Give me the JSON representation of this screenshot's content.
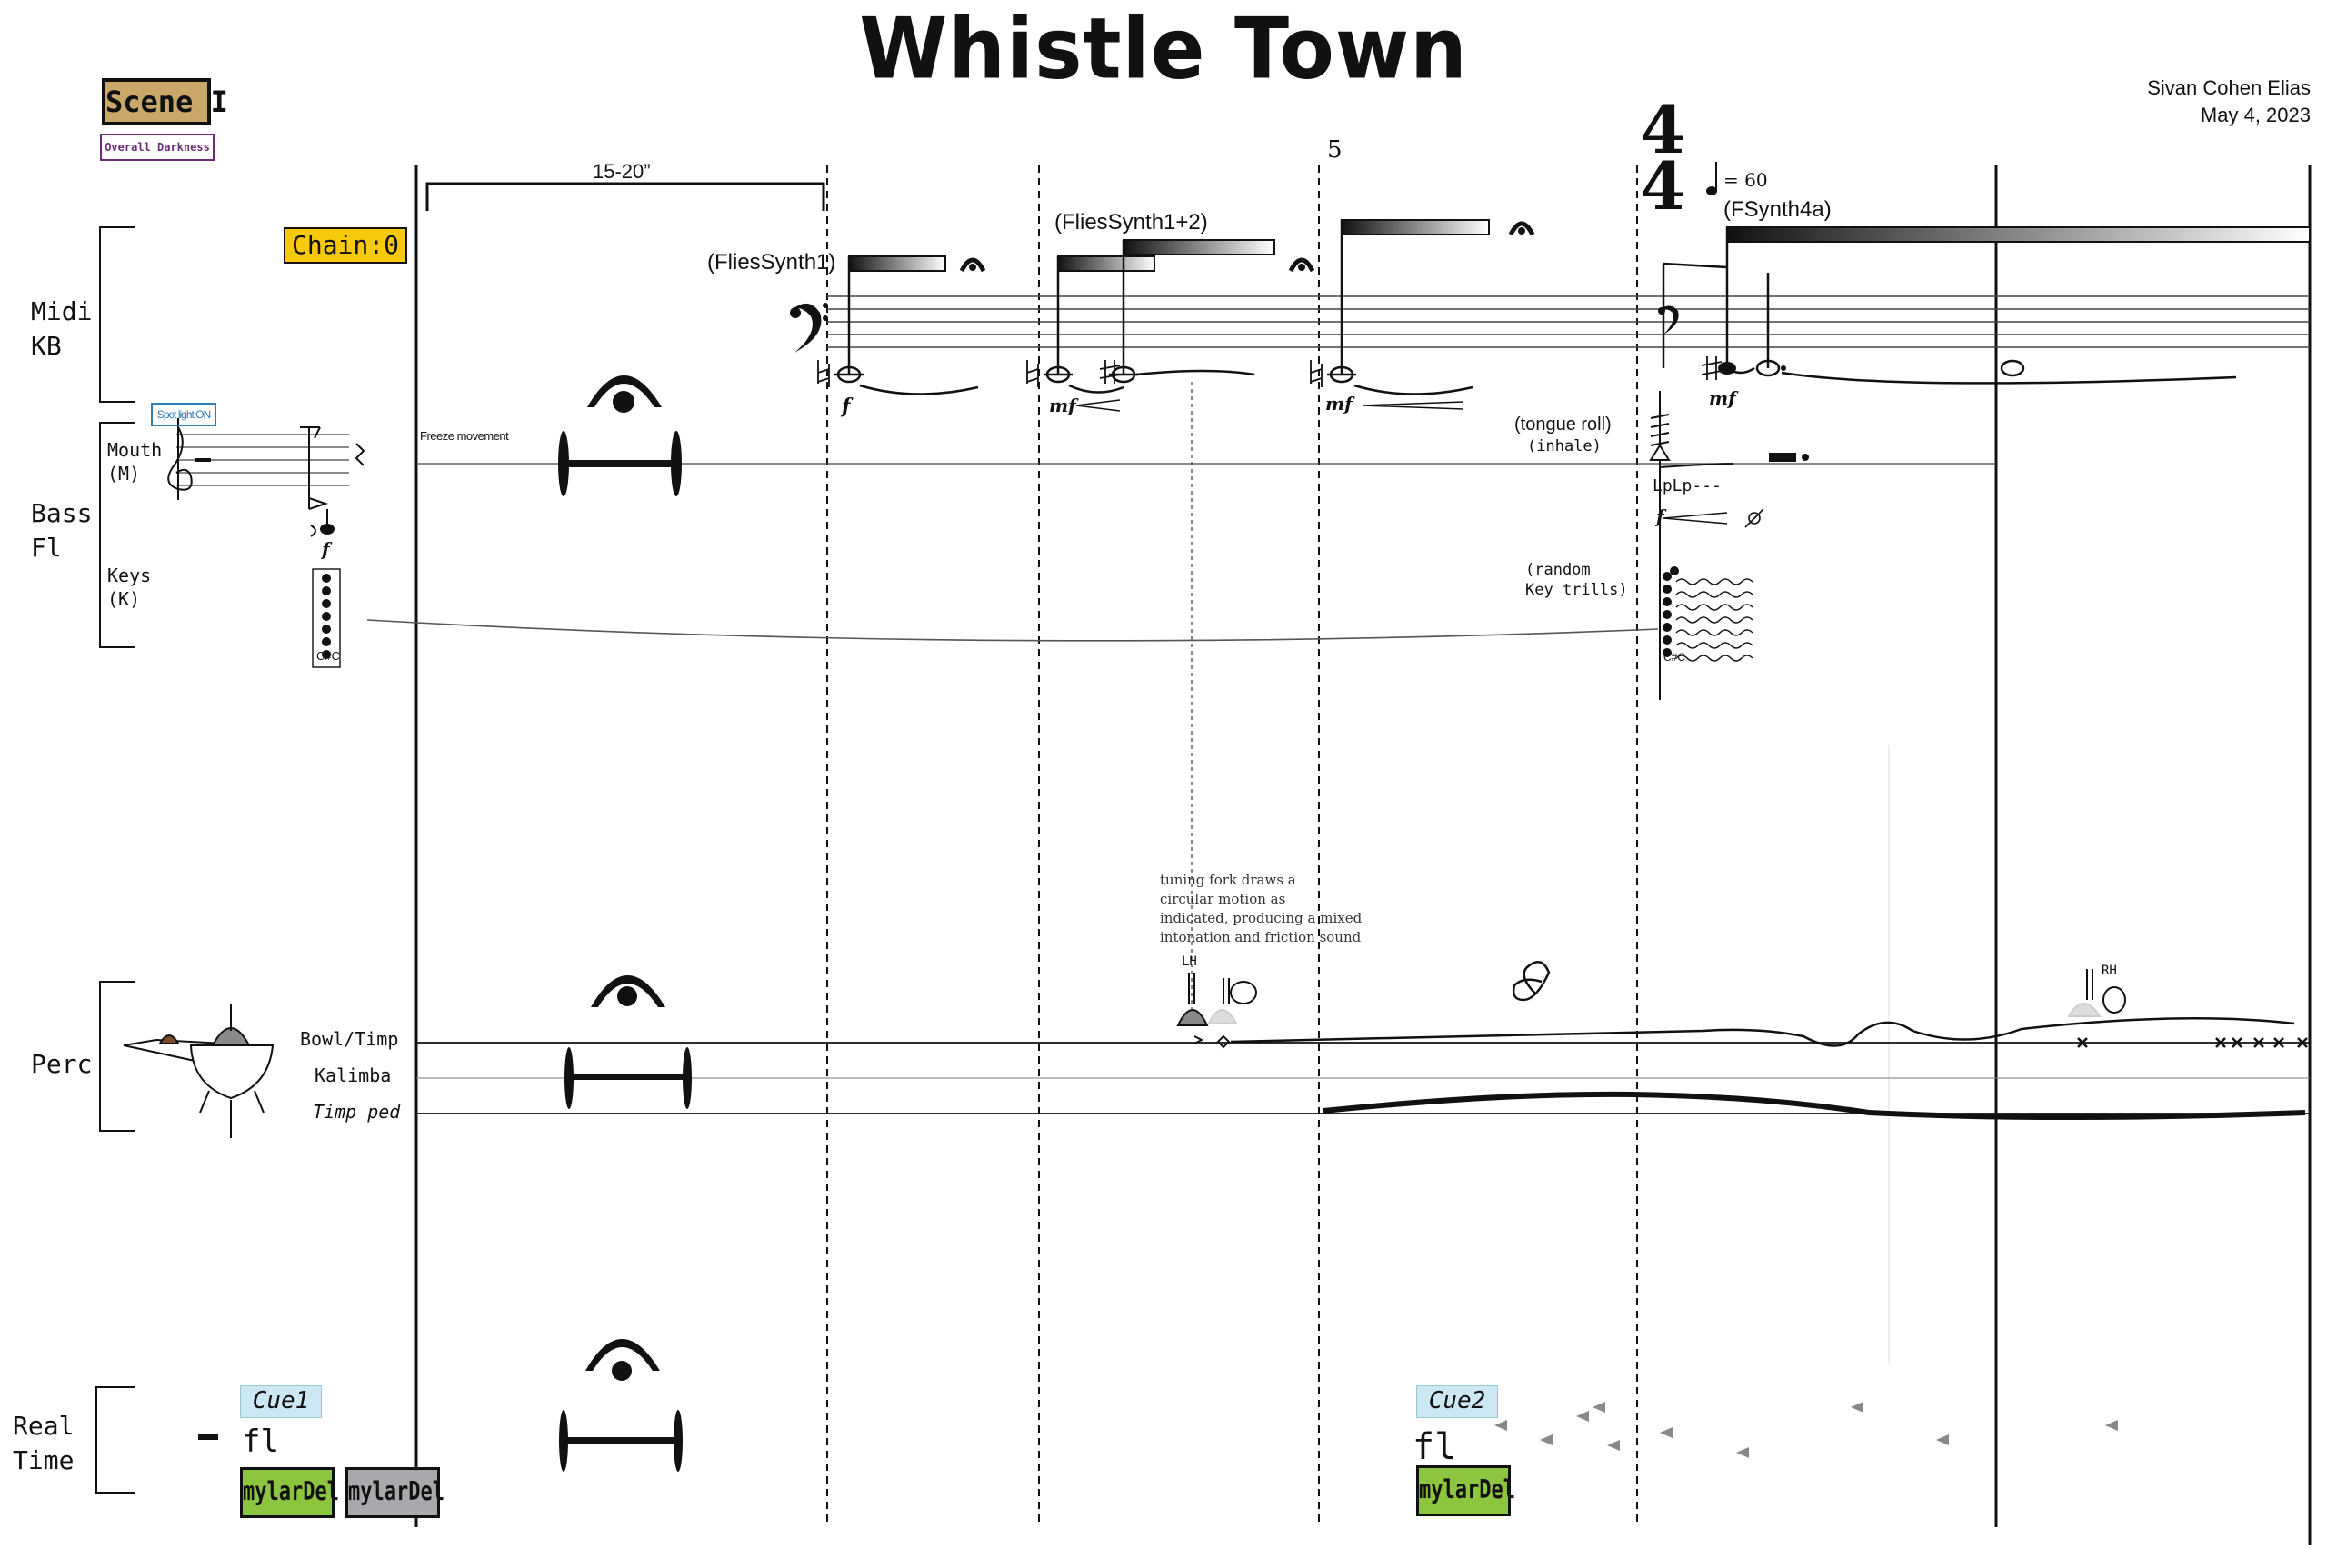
{
  "header": {
    "title": "Whistle Town",
    "composer": "Sivan Cohen Elias",
    "date": "May 4, 2023",
    "scene_label": "Scene I",
    "scene_note": "Overall Darkness",
    "chain_label": "Chain:0",
    "spotlight_label": "Spot light ON"
  },
  "timing": {
    "duration_label": "15-20”",
    "measure_number": "5",
    "time_signature_top": "4",
    "time_signature_bottom": "4",
    "tempo": "= 60"
  },
  "instruments": {
    "midi_kb": [
      "Midi",
      "KB"
    ],
    "bass_fl": [
      "Bass",
      "Fl"
    ],
    "perc": "Perc",
    "real_time": [
      "Real",
      "Time"
    ],
    "mouth": [
      "Mouth",
      "(M)"
    ],
    "keys": [
      "Keys",
      "(K)"
    ],
    "bowl_timp": "Bowl/Timp",
    "kalimba": "Kalimba",
    "timp_ped": "Timp ped"
  },
  "midi": {
    "synth1": "(FliesSynth1)",
    "synth12": "(FliesSynth1+2)",
    "synth4a": "(FSynth4a)",
    "dyn_f": "f",
    "dyn_mf": "mf"
  },
  "flute": {
    "freeze": "Freeze movement",
    "tongue_roll": "(tongue roll)",
    "inhale": "(inhale)",
    "lplp": "LpLp---",
    "random_trills": [
      "(random",
      "Key trills)"
    ],
    "csharp": "C#C",
    "dyn_f": "f"
  },
  "percussion": {
    "tuning_fork": [
      "tuning fork draws a",
      "circular motion as",
      "indicated, producing a mixed",
      "intonation and friction sound"
    ],
    "lh": "LH",
    "rh": "RH"
  },
  "realtime": {
    "cue1": "Cue1",
    "cue2": "Cue2",
    "fl": "fl",
    "mylar": "mylarDel"
  }
}
